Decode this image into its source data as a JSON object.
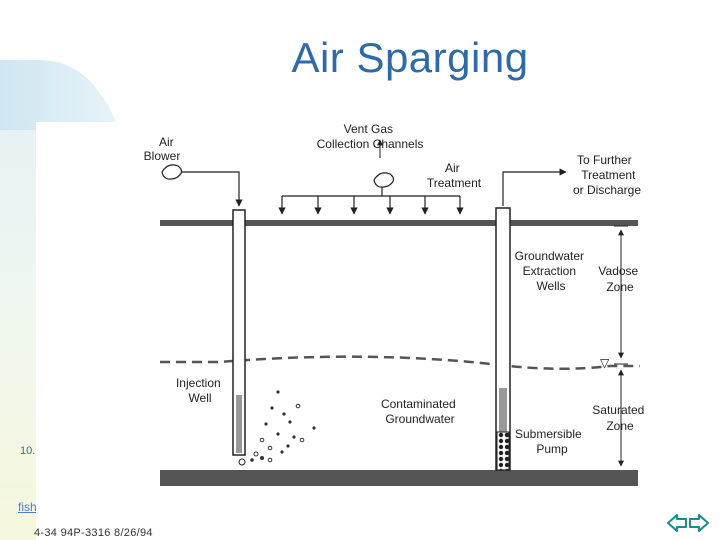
{
  "title": "Air Sparging",
  "labels": {
    "air_blower": [
      "Air",
      "Blower"
    ],
    "vent_gas": [
      "Vent Gas",
      "Collection Channels"
    ],
    "air_treatment": [
      "Air",
      "Treatment"
    ],
    "further_treatment": [
      "To Further",
      "Treatment",
      "or Discharge"
    ],
    "extraction_wells": [
      "Groundwater",
      "Extraction",
      "Wells"
    ],
    "vadose_zone": [
      "Vadose",
      "Zone"
    ],
    "injection_well": [
      "Injection",
      "Well"
    ],
    "contaminated_gw": [
      "Contaminated",
      "Groundwater"
    ],
    "saturated_zone": [
      "Saturated",
      "Zone"
    ],
    "submersible_pump": [
      "Submersible",
      "Pump"
    ],
    "water_table_marker": "▽"
  },
  "footnote": "4-34   94P-3316   8/26/94",
  "left_date": "10.",
  "left_link": "fish",
  "nav": {
    "back_icon": "arrow-left-icon",
    "forward_icon": "arrow-right-icon",
    "color": "#1d8a8f"
  }
}
